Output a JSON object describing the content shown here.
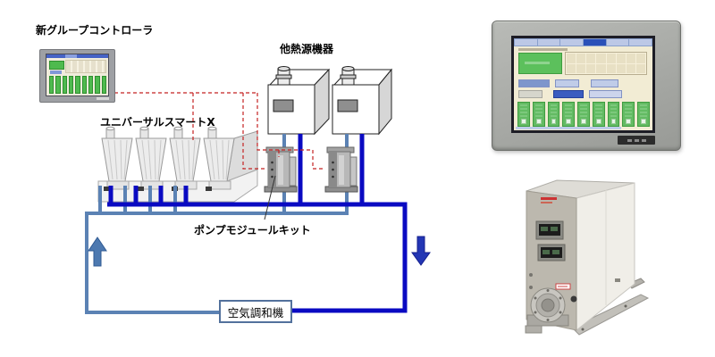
{
  "diagram": {
    "labels": {
      "controller": "新グループコントローラ",
      "heat_source": "他熱源機器",
      "chiller": "ユニバーサルスマートX",
      "pump_kit": "ポンプモジュールキット",
      "ahu": "空気調和機"
    },
    "counts": {
      "chiller_modules": 4,
      "heat_source_units": 2,
      "pump_module_kits": 2,
      "panel_green_cards": 9
    },
    "colors": {
      "supply_pipe_dark_blue": "#0a0ac2",
      "return_pipe_steel_blue": "#5b82b4",
      "control_line_red_dashed": "#c42222",
      "ahu_box_border": "#53719c",
      "up_arrow": "#4d79b0",
      "down_arrow": "#2336b4",
      "status_green": "#5cc05c"
    },
    "flow_arrows": {
      "left_side": "up",
      "right_side": "down"
    }
  }
}
